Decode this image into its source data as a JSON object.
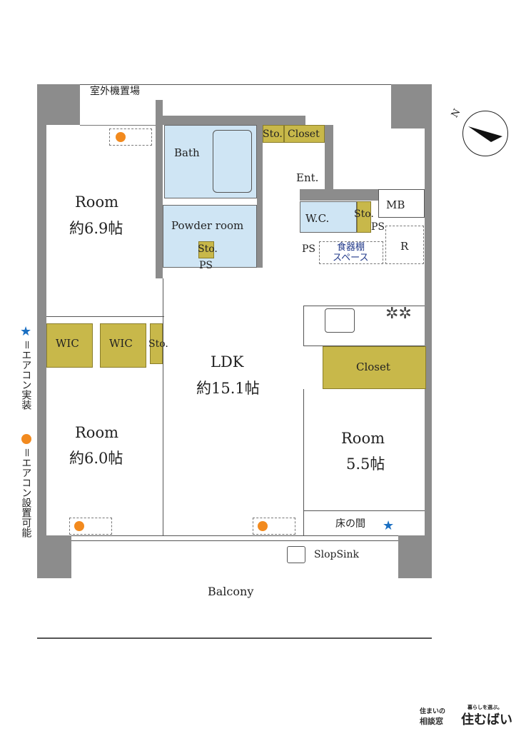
{
  "rooms": {
    "outdoor_unit": "室外機置場",
    "bath": "Bath",
    "sto": "Sto.",
    "closet": "Closet",
    "ent": "Ent.",
    "room1_name": "Room",
    "room1_size": "約6.9帖",
    "powder": "Powder room",
    "ps": "PS",
    "wc": "W.C.",
    "mb": "MB",
    "r": "R",
    "cupboard1": "食器棚",
    "cupboard2": "スペース",
    "wic": "WIC",
    "ldk_name": "LDK",
    "ldk_size": "約15.1帖",
    "room2_name": "Room",
    "room2_size": "約6.0帖",
    "room3_name": "Room",
    "room3_size": "5.5帖",
    "tokonoma": "床の間",
    "slopsink": "SlopSink",
    "balcony": "Balcony"
  },
  "legend": {
    "installed": "＝エアコン実装",
    "possible": "＝エアコン設置可能"
  },
  "compass": "N",
  "logo": {
    "line1": "住まいの",
    "line2": "相談窓",
    "tagline": "暮らしを選ぶ。",
    "brand": "住むばい"
  },
  "colors": {
    "wall": "#8c8c8c",
    "wet": "#cfe5f4",
    "storage": "#c8b84a",
    "ac_possible": "#f28a1e",
    "ac_installed": "#1a6fc2"
  }
}
